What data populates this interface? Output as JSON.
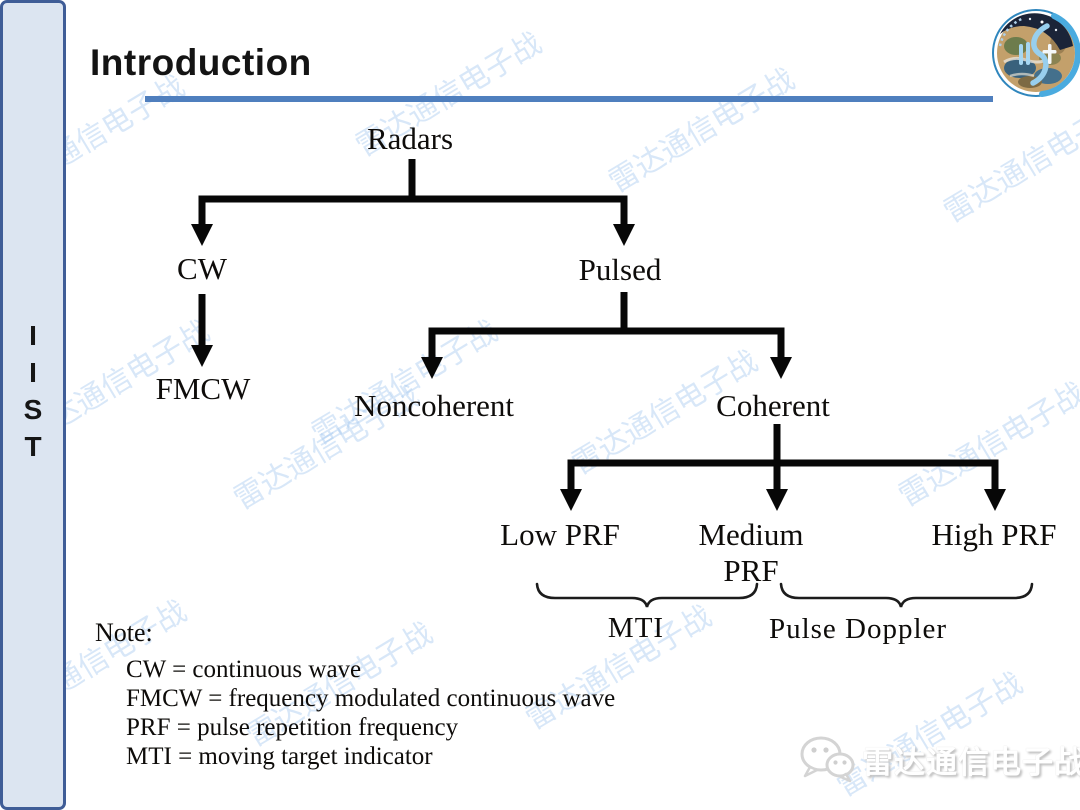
{
  "slide": {
    "title": "Introduction",
    "sidebar_letters": [
      "I",
      "I",
      "S",
      "T"
    ],
    "accent_color": "#4f7fbe",
    "sidebar_fill": "#dce5f1",
    "sidebar_border": "#3f5d97"
  },
  "tree": {
    "nodes": {
      "radars": {
        "label": "Radars",
        "children": [
          "cw",
          "pulsed"
        ]
      },
      "cw": {
        "label": "CW",
        "children": [
          "fmcw"
        ]
      },
      "pulsed": {
        "label": "Pulsed",
        "children": [
          "noncoherent",
          "coherent"
        ]
      },
      "fmcw": {
        "label": "FMCW",
        "children": []
      },
      "noncoherent": {
        "label": "Noncoherent",
        "children": []
      },
      "coherent": {
        "label": "Coherent",
        "children": [
          "low_prf",
          "medium_prf",
          "high_prf"
        ]
      },
      "low_prf": {
        "label": "Low PRF",
        "children": []
      },
      "medium_prf": {
        "label": "Medium PRF",
        "children": []
      },
      "high_prf": {
        "label": "High PRF",
        "children": []
      }
    },
    "groups": [
      {
        "label": "MTI",
        "members": [
          "low_prf",
          "medium_prf"
        ]
      },
      {
        "label": "Pulse Doppler",
        "members": [
          "medium_prf",
          "high_prf"
        ]
      }
    ]
  },
  "note": {
    "label": "Note:",
    "lines": [
      "CW = continuous wave",
      "FMCW = frequency modulated continuous wave",
      "PRF = pulse repetition frequency",
      "MTI = moving target indicator"
    ]
  },
  "watermark": {
    "text": "雷达通信电子战",
    "color": "#a3c8ef"
  },
  "badge": {
    "text": "雷达通信电子战",
    "icon": "wechat-icon"
  },
  "logo": {
    "icon": "iist-emblem-icon"
  }
}
